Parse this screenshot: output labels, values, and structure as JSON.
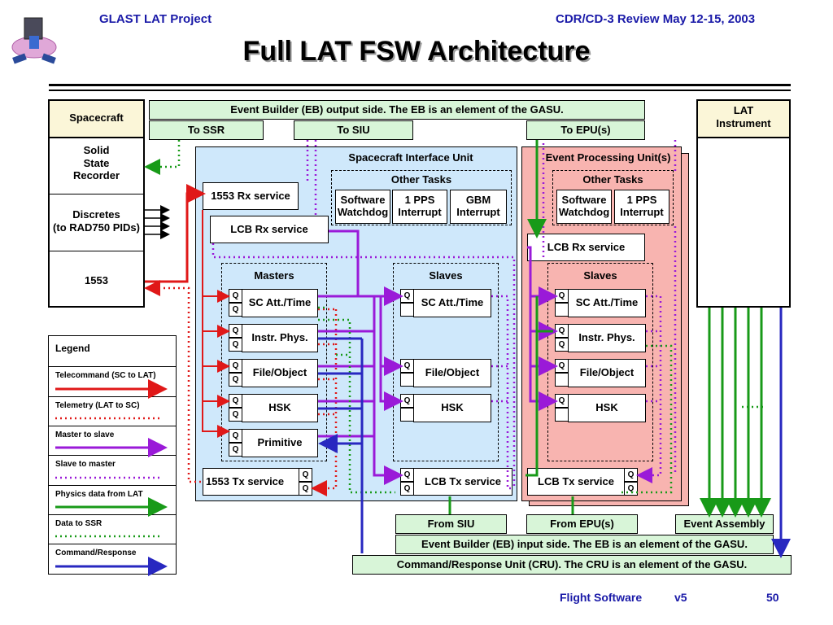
{
  "header": {
    "left": "GLAST LAT Project",
    "right": "CDR/CD-3 Review May 12-15, 2003",
    "title": "Full LAT FSW Architecture"
  },
  "footer": {
    "left": "Flight Software",
    "version": "v5",
    "page": "50"
  },
  "spacecraft": {
    "title": "Spacecraft",
    "ssr": "Solid\nState\nRecorder",
    "discretes": "Discretes\n(to RAD750 PIDs)",
    "mil1553": "1553"
  },
  "lat_instrument": "LAT\nInstrument",
  "eb_output": {
    "label": "Event Builder (EB) output side.  The EB is an element of the GASU.",
    "to_ssr": "To SSR",
    "to_siu": "To SIU",
    "to_epu": "To EPU(s)"
  },
  "siu": {
    "title": "Spacecraft Interface Unit",
    "other_tasks": "Other Tasks",
    "tasks": [
      "Software\nWatchdog",
      "1 PPS\nInterrupt",
      "GBM\nInterrupt"
    ],
    "rx1553": "1553 Rx service",
    "lcb_rx": "LCB Rx service",
    "masters": "Masters",
    "slaves": "Slaves",
    "master_items": [
      "SC Att./Time",
      "Instr. Phys.",
      "File/Object",
      "HSK",
      "Primitive"
    ],
    "slave_items": [
      "SC Att./Time",
      "File/Object",
      "HSK"
    ],
    "tx1553": "1553 Tx service",
    "lcb_tx": "LCB Tx service"
  },
  "epu": {
    "title": "Event Processing Unit(s)",
    "other_tasks": "Other Tasks",
    "tasks": [
      "Software\nWatchdog",
      "1 PPS\nInterrupt"
    ],
    "lcb_rx": "LCB Rx service",
    "slaves": "Slaves",
    "slave_items": [
      "SC Att./Time",
      "Instr. Phys.",
      "File/Object",
      "HSK"
    ],
    "lcb_tx": "LCB Tx service"
  },
  "q_label": "Q",
  "bottom": {
    "from_siu": "From SIU",
    "from_epu": "From EPU(s)",
    "event_assembly": "Event Assembly",
    "eb_input": "Event Builder (EB) input side.  The EB is an element of the GASU.",
    "cru": "Command/Response Unit (CRU).  The CRU is an element of the GASU."
  },
  "legend": {
    "title": "Legend",
    "items": [
      {
        "label": "Telecommand (SC to LAT)",
        "color": "#e01818",
        "style": "solid"
      },
      {
        "label": "Telemetry (LAT to SC)",
        "color": "#e01818",
        "style": "dotted"
      },
      {
        "label": "Master to slave",
        "color": "#9a1ad8",
        "style": "solid"
      },
      {
        "label": "Slave to master",
        "color": "#9a1ad8",
        "style": "dotted"
      },
      {
        "label": "Physics data from LAT",
        "color": "#189a18",
        "style": "solid"
      },
      {
        "label": "Data to SSR",
        "color": "#189a18",
        "style": "dotted"
      },
      {
        "label": "Command/Response",
        "color": "#2828c0",
        "style": "solid"
      }
    ]
  },
  "colors": {
    "siu_bg": "#cfe8fb",
    "epu_bg": "#f8b4b0",
    "header_text": "#1a1aa8",
    "green_box": "#d8f5d8"
  }
}
